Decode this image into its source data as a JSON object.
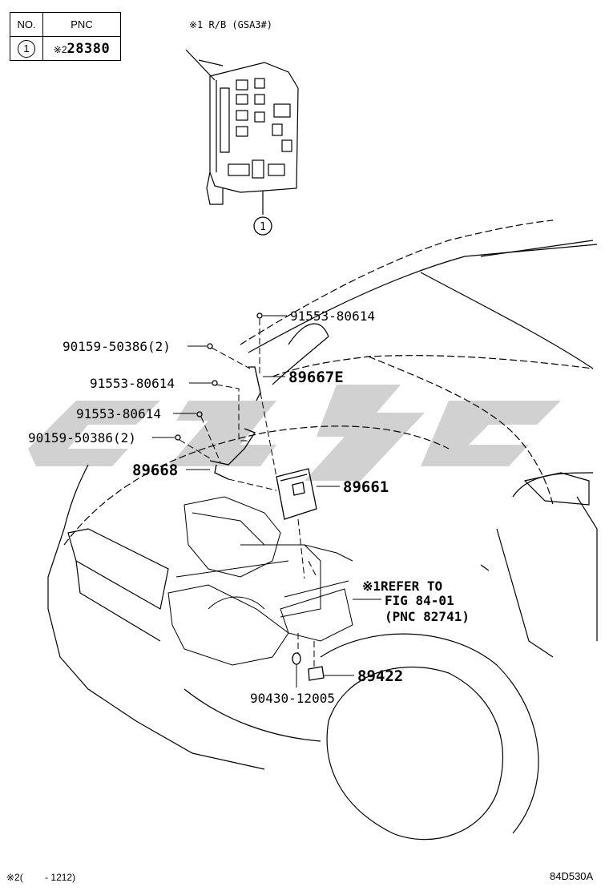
{
  "table": {
    "header_no": "NO.",
    "header_pnc": "PNC",
    "row_no": "1",
    "row_mark": "※2",
    "row_pnc": "28380"
  },
  "relay_block": {
    "title": "※1 R/B (GSA3#)",
    "callout": "1"
  },
  "parts": [
    {
      "id": "p-91553-top",
      "text": "91553-80614"
    },
    {
      "id": "p-90159-1",
      "text": "90159-50386(2)"
    },
    {
      "id": "p-89667e",
      "text": "89667E"
    },
    {
      "id": "p-91553-mid",
      "text": "91553-80614"
    },
    {
      "id": "p-91553-low",
      "text": "91553-80614"
    },
    {
      "id": "p-90159-2",
      "text": "90159-50386(2)"
    },
    {
      "id": "p-89668",
      "text": "89668"
    },
    {
      "id": "p-89661",
      "text": "89661"
    },
    {
      "id": "p-refer-1",
      "text": "※1REFER TO"
    },
    {
      "id": "p-refer-2",
      "text": "FIG 84-01"
    },
    {
      "id": "p-refer-3",
      "text": "(PNC 82741)"
    },
    {
      "id": "p-89422",
      "text": "89422"
    },
    {
      "id": "p-90430",
      "text": "90430-12005"
    }
  ],
  "footer": {
    "left": "※2(　　 - 1212)",
    "right": "84D530A"
  }
}
